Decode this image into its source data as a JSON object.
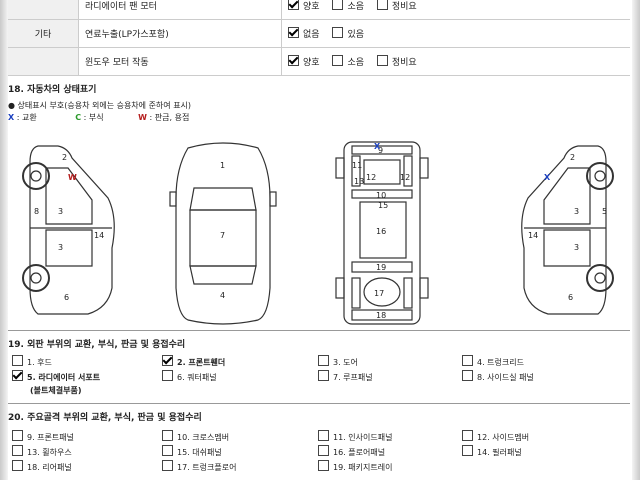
{
  "top_table": {
    "rows": [
      {
        "category": "",
        "item": "라디에이터 팬 모터",
        "options": [
          {
            "label": "양호",
            "checked": true
          },
          {
            "label": "소음",
            "checked": false
          },
          {
            "label": "정비요",
            "checked": false
          }
        ]
      },
      {
        "category": "기타",
        "item": "연료누출(LP가스포함)",
        "options": [
          {
            "label": "없음",
            "checked": true
          },
          {
            "label": "있음",
            "checked": false
          }
        ]
      },
      {
        "category": "",
        "item": "윈도우 모터 작동",
        "options": [
          {
            "label": "양호",
            "checked": true
          },
          {
            "label": "소음",
            "checked": false
          },
          {
            "label": "정비요",
            "checked": false
          }
        ]
      }
    ]
  },
  "section18": {
    "title": "18. 자동차의 상태표기",
    "legend_text": "● 상태표시 부호(승용차 외에는 승용차에 준하여 표시)",
    "symbols": [
      {
        "sym": "X",
        "desc": ": 교환",
        "color": "#1a3fbf"
      },
      {
        "sym": "C",
        "desc": ": 부식",
        "color": "#2a9a2a"
      },
      {
        "sym": "W",
        "desc": ": 판금, 용접",
        "color": "#b51c1c"
      }
    ],
    "marks": {
      "side_left_w": "W",
      "rear_x": "X",
      "side_right_x": "X"
    },
    "numbers": {
      "n1": "1",
      "n2": "2",
      "n3": "3",
      "n4": "4",
      "n5": "5",
      "n6": "6",
      "n7": "7",
      "n8": "8",
      "n9": "9",
      "n10": "10",
      "n11": "11",
      "n12": "12",
      "n13": "13",
      "n14": "14",
      "n15": "15",
      "n16": "16",
      "n17": "17",
      "n18": "18",
      "n19": "19"
    }
  },
  "section19": {
    "title": "19. 외판 부위의 교환, 부식, 판금 및 용접수리",
    "items": [
      {
        "label": "1. 후드",
        "checked": false,
        "bold": false
      },
      {
        "label": "2. 프론트휀더",
        "checked": true,
        "bold": true
      },
      {
        "label": "3. 도어",
        "checked": false,
        "bold": false
      },
      {
        "label": "4. 트렁크리드",
        "checked": false,
        "bold": false
      },
      {
        "label": "5. 라디에이터 서포트",
        "checked": true,
        "bold": true
      },
      {
        "label": "6. 쿼터패널",
        "checked": false,
        "bold": false
      },
      {
        "label": "7. 루프패널",
        "checked": false,
        "bold": false
      },
      {
        "label": "8. 사이드실 패널",
        "checked": false,
        "bold": false
      }
    ],
    "note": "(볼트체결부품)"
  },
  "section20": {
    "title": "20. 주요골격 부위의 교환, 부식, 판금 및 용접수리",
    "items": [
      {
        "label": "9. 프론트패널",
        "checked": false
      },
      {
        "label": "10. 크로스멤버",
        "checked": false
      },
      {
        "label": "11. 인사이드패널",
        "checked": false
      },
      {
        "label": "12. 사이드멤버",
        "checked": false
      },
      {
        "label": "13. 휠하우스",
        "checked": false
      },
      {
        "label": "15. 대쉬패널",
        "checked": false
      },
      {
        "label": "16. 플로어패널",
        "checked": false
      },
      {
        "label": "14. 필러패널",
        "checked": false
      },
      {
        "label": "18. 리어패널",
        "checked": false
      },
      {
        "label": "17. 트렁크플로어",
        "checked": false
      },
      {
        "label": "19. 패키지트레이",
        "checked": false
      }
    ]
  }
}
